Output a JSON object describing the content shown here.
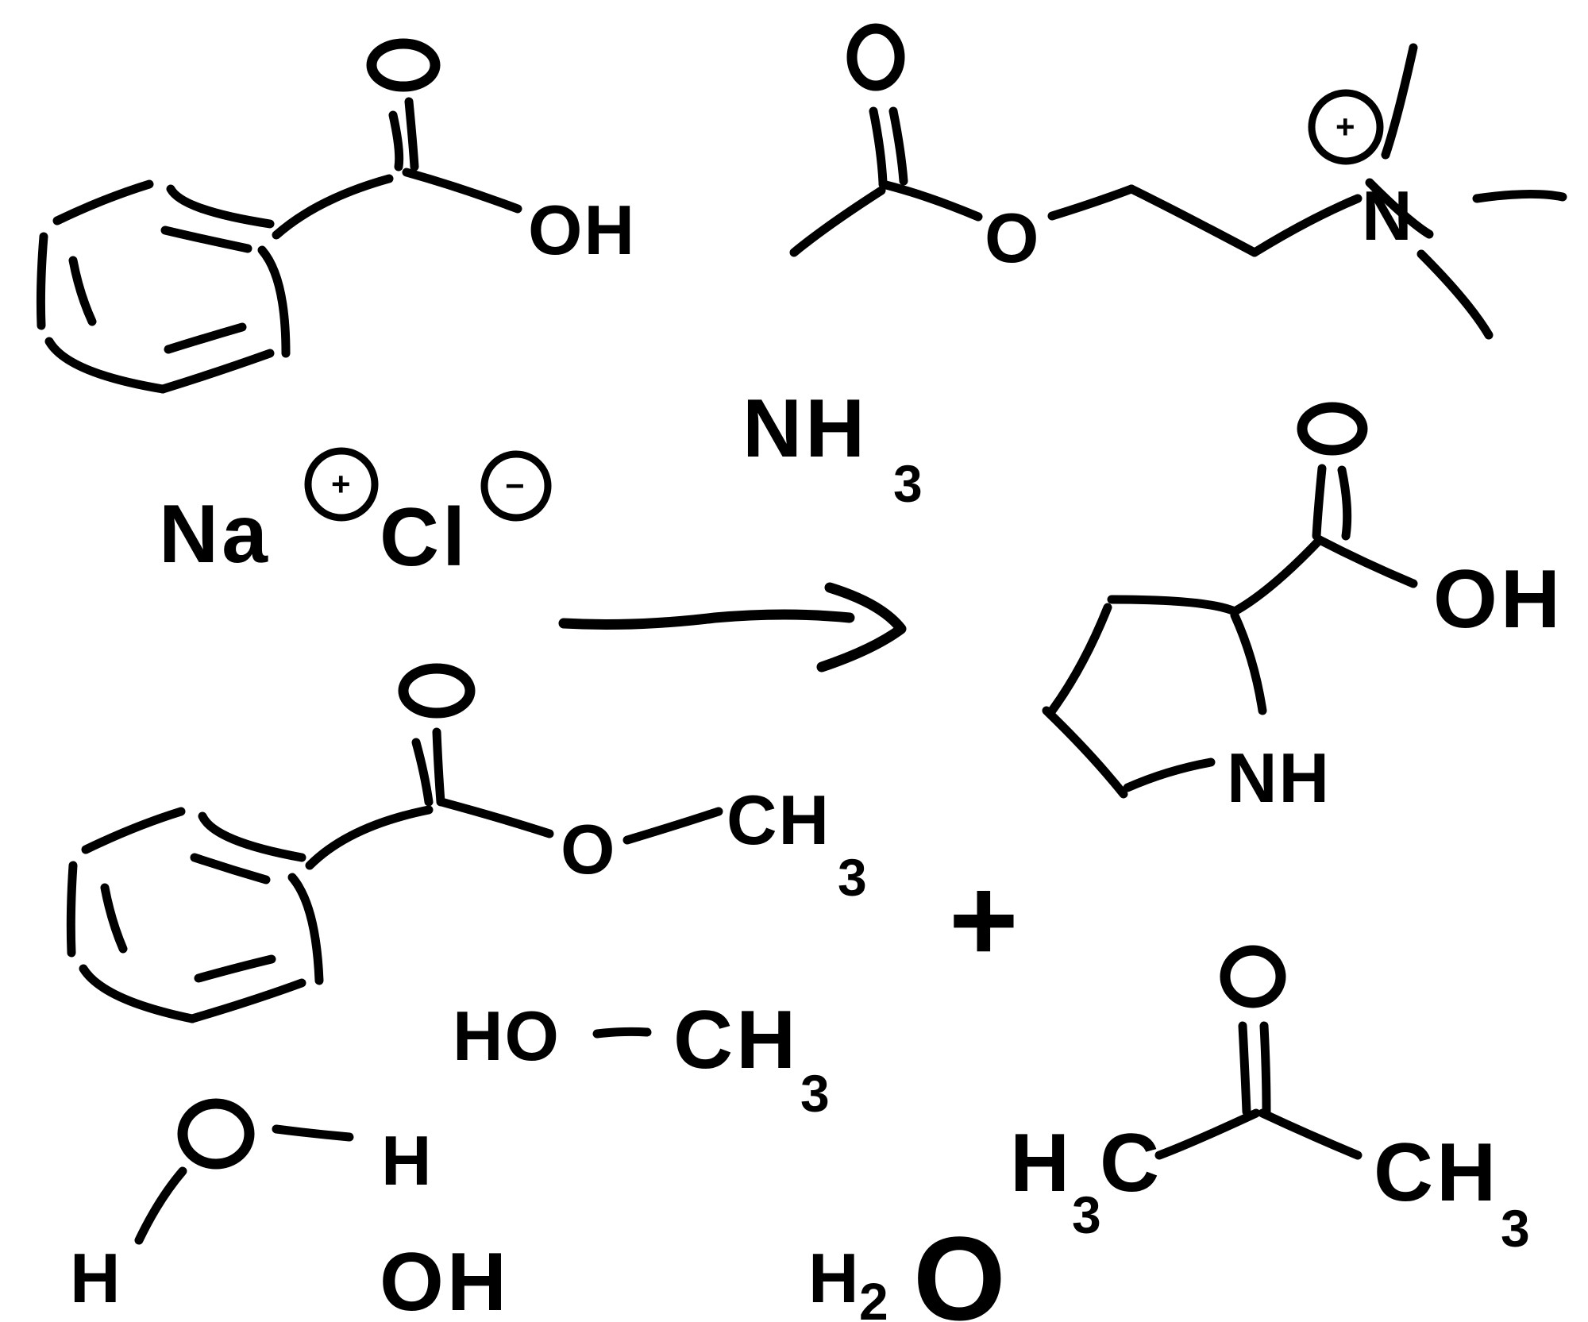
{
  "labels": {
    "benzoic_oh": "OH",
    "ach_o": "O",
    "ach_n": "N",
    "ach_plus": "+",
    "ach_o_top": "O",
    "ba_o": "O",
    "nh3_nh": "NH",
    "nh3_sub": "3",
    "na": "Na",
    "na_plus": "+",
    "cl": "Cl",
    "cl_minus": "−",
    "pro_o": "O",
    "pro_oh": "OH",
    "pro_nh": "NH",
    "ester_o_top": "O",
    "ester_o": "O",
    "ester_ch": "CH",
    "ester_sub": "3",
    "plus_sign": "+",
    "meoh_ho": "HO",
    "meoh_dash": "−",
    "meoh_ch": "CH",
    "meoh_sub": "3",
    "water_o": "O",
    "water_h1": "H",
    "water_h2": "H",
    "acetone_o": "O",
    "acetone_h": "H",
    "acetone_h_sub": "3",
    "acetone_c": "C",
    "acetone_ch": "CH",
    "acetone_ch_sub": "3",
    "bottom_oh": "OH",
    "h2o_h": "H",
    "h2o_sub": "2",
    "h2o_o": "O"
  }
}
